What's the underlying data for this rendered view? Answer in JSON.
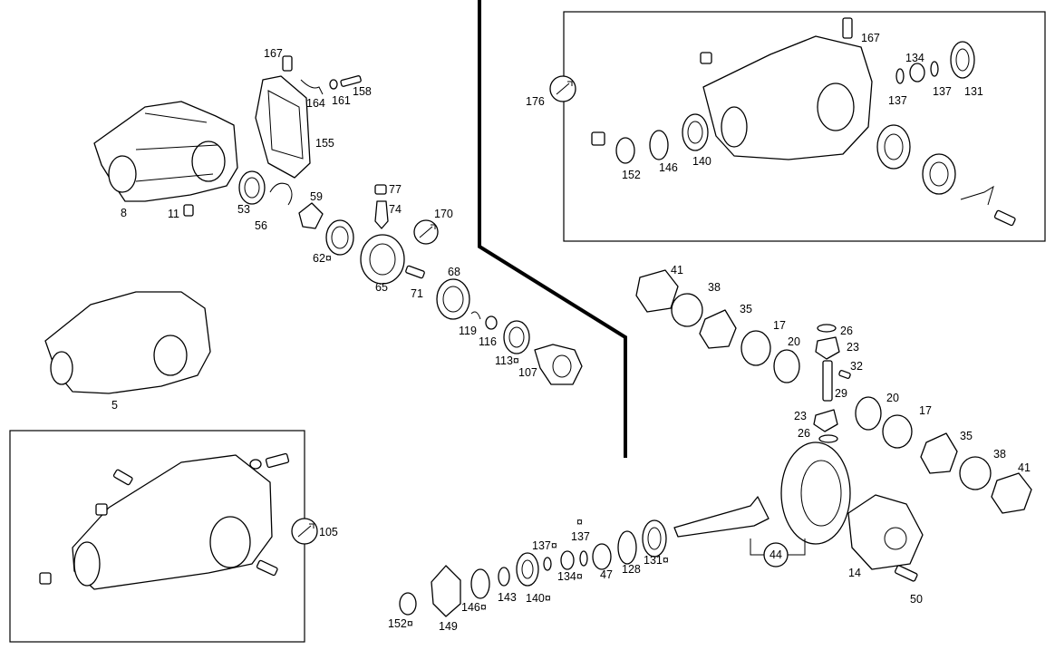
{
  "figure": {
    "labels": {
      "l167a": "167",
      "l164": "164",
      "l161": "161",
      "l158": "158",
      "l155": "155",
      "l8": "8",
      "l11": "11",
      "l53": "53",
      "l56": "56",
      "l59": "59",
      "l62": "62¤",
      "l77": "77",
      "l74": "74",
      "l170": "170",
      "l65": "65",
      "l71": "71",
      "l68": "68",
      "l119": "119",
      "l116": "116",
      "l113": "113¤",
      "l107": "107",
      "l5": "5",
      "l105": "105",
      "l167b": "167",
      "l176": "176",
      "l134a": "134",
      "l137a": "137",
      "l137b": "137",
      "l131a": "131",
      "l152a": "152",
      "l146a": "146",
      "l140a": "140",
      "l41a": "41",
      "l38a": "38",
      "l35a": "35",
      "l17a": "17",
      "l26a": "26",
      "l23a": "23",
      "l20a": "20",
      "l32": "32",
      "l29": "29",
      "l20b": "20",
      "l17b": "17",
      "l23b": "23",
      "l26b": "26",
      "l35b": "35",
      "l38b": "38",
      "l41b": "41",
      "l44": "44",
      "l14": "14",
      "l50": "50",
      "l137c": "137¤",
      "l137d": "137",
      "l137e": "¤",
      "l134b": "134¤",
      "l47": "47",
      "l128": "128",
      "l131b": "131¤",
      "l143": "143",
      "l140b": "140¤",
      "l146b": "146¤",
      "l152b": "152¤",
      "l149": "149"
    }
  }
}
